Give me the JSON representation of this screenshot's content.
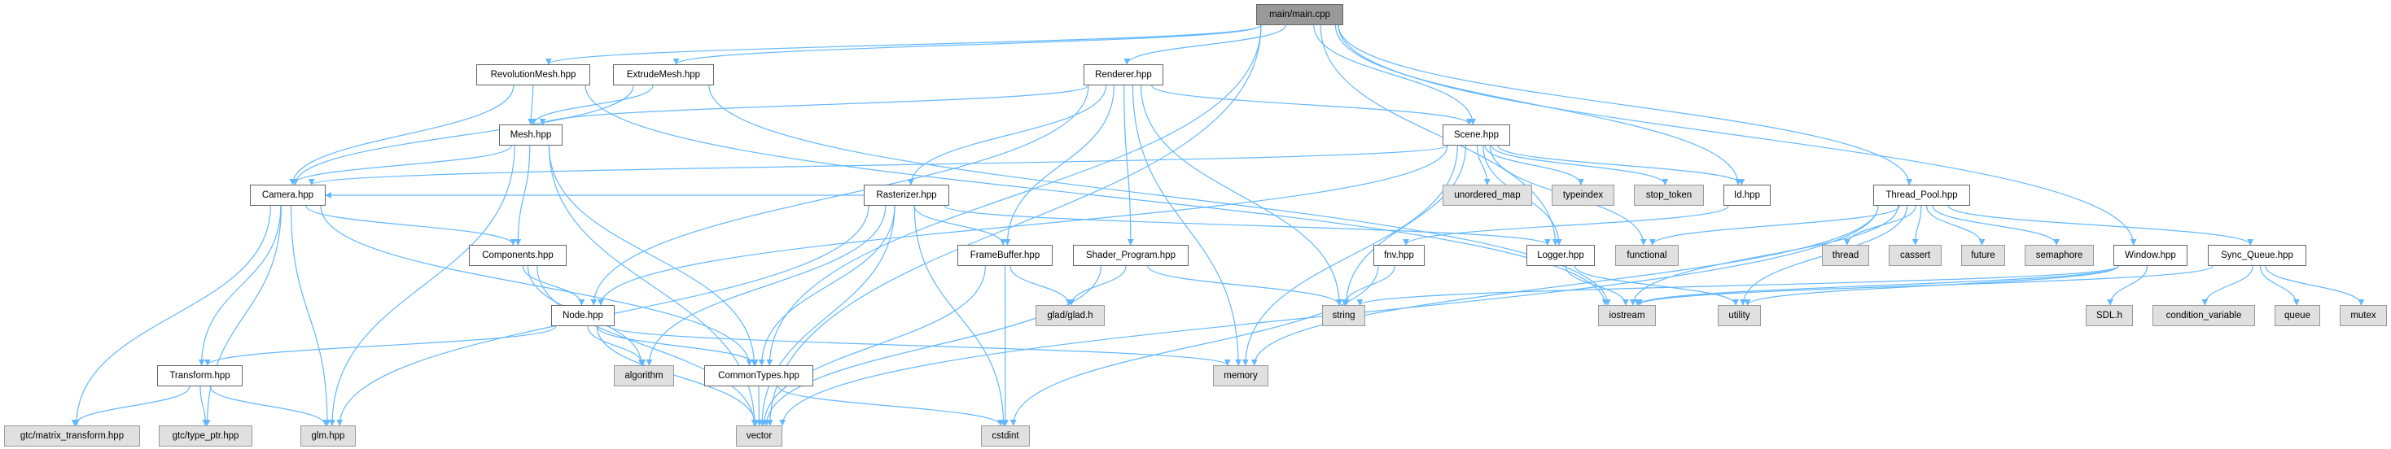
{
  "graph": {
    "nodes": [
      {
        "id": "main",
        "label": "main/main.cpp",
        "kind": "root"
      },
      {
        "id": "revmesh",
        "label": "RevolutionMesh.hpp",
        "kind": "local"
      },
      {
        "id": "extmesh",
        "label": "ExtrudeMesh.hpp",
        "kind": "local"
      },
      {
        "id": "renderer",
        "label": "Renderer.hpp",
        "kind": "local"
      },
      {
        "id": "mesh",
        "label": "Mesh.hpp",
        "kind": "local"
      },
      {
        "id": "scene",
        "label": "Scene.hpp",
        "kind": "local"
      },
      {
        "id": "camera",
        "label": "Camera.hpp",
        "kind": "local"
      },
      {
        "id": "rasterizer",
        "label": "Rasterizer.hpp",
        "kind": "local"
      },
      {
        "id": "unordered_map",
        "label": "unordered_map",
        "kind": "sys"
      },
      {
        "id": "typeindex",
        "label": "typeindex",
        "kind": "sys"
      },
      {
        "id": "stop_token",
        "label": "stop_token",
        "kind": "sys"
      },
      {
        "id": "id",
        "label": "Id.hpp",
        "kind": "local"
      },
      {
        "id": "threadpool",
        "label": "Thread_Pool.hpp",
        "kind": "local"
      },
      {
        "id": "components",
        "label": "Components.hpp",
        "kind": "local"
      },
      {
        "id": "framebuffer",
        "label": "FrameBuffer.hpp",
        "kind": "local"
      },
      {
        "id": "shader",
        "label": "Shader_Program.hpp",
        "kind": "local"
      },
      {
        "id": "fnv",
        "label": "fnv.hpp",
        "kind": "local"
      },
      {
        "id": "logger",
        "label": "Logger.hpp",
        "kind": "local"
      },
      {
        "id": "functional",
        "label": "functional",
        "kind": "sys"
      },
      {
        "id": "thread",
        "label": "thread",
        "kind": "sys"
      },
      {
        "id": "cassert",
        "label": "cassert",
        "kind": "sys"
      },
      {
        "id": "future",
        "label": "future",
        "kind": "sys"
      },
      {
        "id": "semaphore",
        "label": "semaphore",
        "kind": "sys"
      },
      {
        "id": "window",
        "label": "Window.hpp",
        "kind": "local"
      },
      {
        "id": "syncqueue",
        "label": "Sync_Queue.hpp",
        "kind": "local"
      },
      {
        "id": "node",
        "label": "Node.hpp",
        "kind": "local"
      },
      {
        "id": "glad",
        "label": "glad/glad.h",
        "kind": "sys"
      },
      {
        "id": "string",
        "label": "string",
        "kind": "sys"
      },
      {
        "id": "iostream",
        "label": "iostream",
        "kind": "sys"
      },
      {
        "id": "utility",
        "label": "utility",
        "kind": "sys"
      },
      {
        "id": "sdl",
        "label": "SDL.h",
        "kind": "sys"
      },
      {
        "id": "condvar",
        "label": "condition_variable",
        "kind": "sys"
      },
      {
        "id": "queue",
        "label": "queue",
        "kind": "sys"
      },
      {
        "id": "mutex",
        "label": "mutex",
        "kind": "sys"
      },
      {
        "id": "transform",
        "label": "Transform.hpp",
        "kind": "local"
      },
      {
        "id": "algorithm",
        "label": "algorithm",
        "kind": "sys"
      },
      {
        "id": "commontypes",
        "label": "CommonTypes.hpp",
        "kind": "local"
      },
      {
        "id": "memory",
        "label": "memory",
        "kind": "sys"
      },
      {
        "id": "gtcmat",
        "label": "gtc/matrix_transform.hpp",
        "kind": "sys"
      },
      {
        "id": "gtcptr",
        "label": "gtc/type_ptr.hpp",
        "kind": "sys"
      },
      {
        "id": "glm",
        "label": "glm.hpp",
        "kind": "sys"
      },
      {
        "id": "vector",
        "label": "vector",
        "kind": "sys"
      },
      {
        "id": "cstdint",
        "label": "cstdint",
        "kind": "sys"
      }
    ],
    "edges": [
      [
        "main",
        "revmesh"
      ],
      [
        "main",
        "extmesh"
      ],
      [
        "main",
        "renderer"
      ],
      [
        "main",
        "scene"
      ],
      [
        "main",
        "id"
      ],
      [
        "main",
        "threadpool"
      ],
      [
        "main",
        "window"
      ],
      [
        "main",
        "commontypes"
      ],
      [
        "main",
        "vector"
      ],
      [
        "main",
        "logger"
      ],
      [
        "revmesh",
        "mesh"
      ],
      [
        "revmesh",
        "camera"
      ],
      [
        "revmesh",
        "iostream"
      ],
      [
        "extmesh",
        "mesh"
      ],
      [
        "extmesh",
        "camera"
      ],
      [
        "extmesh",
        "iostream"
      ],
      [
        "renderer",
        "mesh"
      ],
      [
        "renderer",
        "scene"
      ],
      [
        "renderer",
        "rasterizer"
      ],
      [
        "renderer",
        "framebuffer"
      ],
      [
        "renderer",
        "shader"
      ],
      [
        "renderer",
        "memory"
      ],
      [
        "renderer",
        "string"
      ],
      [
        "renderer",
        "node"
      ],
      [
        "mesh",
        "camera"
      ],
      [
        "mesh",
        "components"
      ],
      [
        "mesh",
        "commontypes"
      ],
      [
        "mesh",
        "glm"
      ],
      [
        "mesh",
        "vector"
      ],
      [
        "camera",
        "components"
      ],
      [
        "camera",
        "transform"
      ],
      [
        "camera",
        "glm"
      ],
      [
        "camera",
        "gtcmat"
      ],
      [
        "camera",
        "gtcptr"
      ],
      [
        "camera",
        "commontypes"
      ],
      [
        "scene",
        "camera"
      ],
      [
        "scene",
        "node"
      ],
      [
        "scene",
        "unordered_map"
      ],
      [
        "scene",
        "typeindex"
      ],
      [
        "scene",
        "stop_token"
      ],
      [
        "scene",
        "id"
      ],
      [
        "scene",
        "string"
      ],
      [
        "scene",
        "memory"
      ],
      [
        "scene",
        "functional"
      ],
      [
        "scene",
        "logger"
      ],
      [
        "rasterizer",
        "camera"
      ],
      [
        "rasterizer",
        "framebuffer"
      ],
      [
        "rasterizer",
        "logger"
      ],
      [
        "rasterizer",
        "commontypes"
      ],
      [
        "rasterizer",
        "algorithm"
      ],
      [
        "rasterizer",
        "vector"
      ],
      [
        "rasterizer",
        "cstdint"
      ],
      [
        "rasterizer",
        "glm"
      ],
      [
        "components",
        "node"
      ],
      [
        "components",
        "algorithm"
      ],
      [
        "components",
        "vector"
      ],
      [
        "node",
        "transform"
      ],
      [
        "node",
        "algorithm"
      ],
      [
        "node",
        "commontypes"
      ],
      [
        "node",
        "vector"
      ],
      [
        "node",
        "memory"
      ],
      [
        "transform",
        "gtcmat"
      ],
      [
        "transform",
        "gtcptr"
      ],
      [
        "transform",
        "glm"
      ],
      [
        "commontypes",
        "vector"
      ],
      [
        "commontypes",
        "cstdint"
      ],
      [
        "framebuffer",
        "glad"
      ],
      [
        "framebuffer",
        "cstdint"
      ],
      [
        "framebuffer",
        "vector"
      ],
      [
        "shader",
        "glad"
      ],
      [
        "shader",
        "string"
      ],
      [
        "shader",
        "vector"
      ],
      [
        "fnv",
        "string"
      ],
      [
        "fnv",
        "cstdint"
      ],
      [
        "id",
        "fnv"
      ],
      [
        "logger",
        "iostream"
      ],
      [
        "logger",
        "utility"
      ],
      [
        "threadpool",
        "thread"
      ],
      [
        "threadpool",
        "cassert"
      ],
      [
        "threadpool",
        "future"
      ],
      [
        "threadpool",
        "semaphore"
      ],
      [
        "threadpool",
        "syncqueue"
      ],
      [
        "threadpool",
        "functional"
      ],
      [
        "threadpool",
        "iostream"
      ],
      [
        "threadpool",
        "utility"
      ],
      [
        "threadpool",
        "memory"
      ],
      [
        "threadpool",
        "vector"
      ],
      [
        "window",
        "sdl"
      ],
      [
        "window",
        "iostream"
      ],
      [
        "window",
        "string"
      ],
      [
        "window",
        "utility"
      ],
      [
        "syncqueue",
        "condvar"
      ],
      [
        "syncqueue",
        "queue"
      ],
      [
        "syncqueue",
        "mutex"
      ],
      [
        "syncqueue",
        "iostream"
      ]
    ],
    "colors": {
      "edge": "#63b8ff",
      "root_fill": "#999999",
      "local_fill": "#ffffff",
      "sys_fill": "#e0e0e0"
    }
  }
}
